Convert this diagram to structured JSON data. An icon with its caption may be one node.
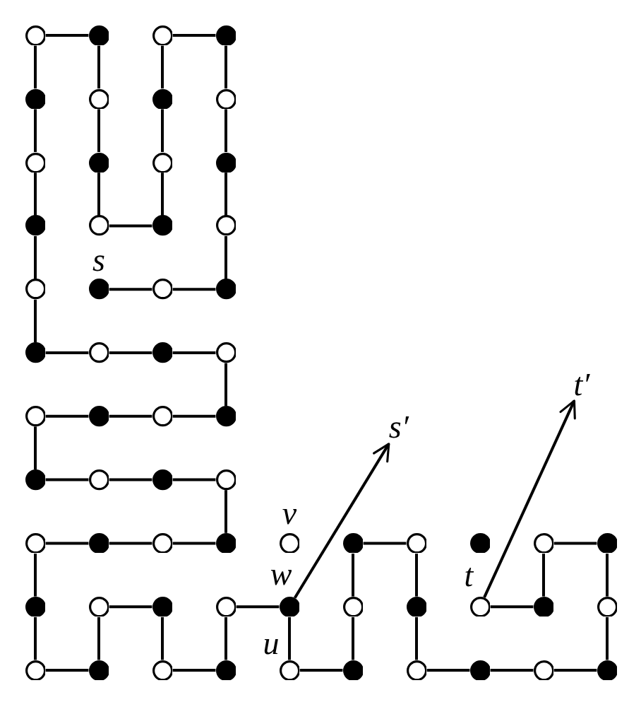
{
  "diagram": {
    "nodes": [
      {
        "text": [],
        "shape": "circle"
      },
      {
        "text": [],
        "shape": "dot"
      },
      {
        "text": [],
        "shape": "circle"
      },
      {
        "text": [],
        "shape": "dot"
      },
      {
        "text": [],
        "shape": "dot"
      },
      {
        "text": [],
        "shape": "circle"
      },
      {
        "text": [],
        "shape": "dot"
      },
      {
        "text": [],
        "shape": "circle"
      },
      {
        "text": [],
        "shape": "circle"
      },
      {
        "text": [],
        "shape": "dot"
      },
      {
        "text": [],
        "shape": "circle"
      },
      {
        "text": [],
        "shape": "dot"
      },
      {
        "text": [],
        "shape": "dot"
      },
      {
        "text": [],
        "shape": "circle"
      },
      {
        "text": [],
        "shape": "dot"
      },
      {
        "text": [],
        "shape": "circle"
      },
      {
        "text": [],
        "shape": "circle"
      },
      {
        "text": [],
        "shape": "dot",
        "beside": [
          "s"
        ]
      },
      {
        "text": [],
        "shape": "circle"
      },
      {
        "text": [],
        "shape": "dot"
      },
      {
        "text": [],
        "shape": "dot"
      },
      {
        "text": [],
        "shape": "circle"
      },
      {
        "text": [],
        "shape": "dot"
      },
      {
        "text": [],
        "shape": "circle"
      },
      {
        "text": [
          "t′"
        ]
      },
      {
        "text": [],
        "shape": "circle"
      },
      {
        "text": [],
        "shape": "dot"
      },
      {
        "text": [],
        "shape": "circle"
      },
      {
        "text": [],
        "shape": "dot"
      },
      {
        "text": [
          "s′"
        ]
      },
      {
        "text": [],
        "shape": "dot"
      },
      {
        "text": [],
        "shape": "circle"
      },
      {
        "text": [],
        "shape": "dot"
      },
      {
        "text": [],
        "shape": "circle"
      },
      {
        "text": [],
        "shape": "circle"
      },
      {
        "text": [],
        "shape": "dot"
      },
      {
        "text": [],
        "shape": "circle"
      },
      {
        "text": [],
        "shape": "dot"
      },
      {
        "text": [],
        "shape": "circle",
        "beside": [
          "v"
        ]
      },
      {
        "text": [],
        "shape": "dot"
      },
      {
        "text": [],
        "shape": "circle"
      },
      {
        "text": [],
        "shape": "dot"
      },
      {
        "text": [],
        "shape": "circle"
      },
      {
        "text": [],
        "shape": "dot"
      },
      {
        "text": [],
        "shape": "dot"
      },
      {
        "text": [],
        "shape": "circle"
      },
      {
        "text": [],
        "shape": "dot"
      },
      {
        "text": [],
        "shape": "circle"
      },
      {
        "text": [],
        "shape": "dot",
        "beside": [
          "w"
        ]
      },
      {
        "text": [],
        "shape": "circle"
      },
      {
        "text": [],
        "shape": "dot"
      },
      {
        "text": [],
        "shape": "circle",
        "beside": [
          "t"
        ]
      },
      {
        "text": [],
        "shape": "dot"
      },
      {
        "text": [],
        "shape": "circle"
      },
      {
        "text": [],
        "shape": "circle"
      },
      {
        "text": [],
        "shape": "dot"
      },
      {
        "text": [],
        "shape": "circle"
      },
      {
        "text": [],
        "shape": "dot"
      },
      {
        "text": [],
        "shape": "circle",
        "beside": [
          "u"
        ]
      },
      {
        "text": [],
        "shape": "dot"
      },
      {
        "text": [],
        "shape": "circle"
      },
      {
        "text": [],
        "shape": "dot"
      },
      {
        "text": [],
        "shape": "circle"
      },
      {
        "text": [],
        "shape": "dot"
      }
    ],
    "edges": [
      {
        "from": 17,
        "to": 18,
        "arrow": "none"
      },
      {
        "from": 18,
        "to": 19,
        "arrow": "none"
      },
      {
        "from": 19,
        "to": 15,
        "arrow": "none"
      },
      {
        "from": 15,
        "to": 11,
        "arrow": "none"
      },
      {
        "from": 11,
        "to": 7,
        "arrow": "none"
      },
      {
        "from": 7,
        "to": 3,
        "arrow": "none"
      },
      {
        "from": 3,
        "to": 2,
        "arrow": "none"
      },
      {
        "from": 2,
        "to": 6,
        "arrow": "none"
      },
      {
        "from": 6,
        "to": 10,
        "arrow": "none"
      },
      {
        "from": 10,
        "to": 14,
        "arrow": "none"
      },
      {
        "from": 14,
        "to": 13,
        "arrow": "none"
      },
      {
        "from": 13,
        "to": 9,
        "arrow": "none"
      },
      {
        "from": 9,
        "to": 5,
        "arrow": "none"
      },
      {
        "from": 5,
        "to": 1,
        "arrow": "none"
      },
      {
        "from": 1,
        "to": 0,
        "arrow": "none"
      },
      {
        "from": 0,
        "to": 4,
        "arrow": "none"
      },
      {
        "from": 4,
        "to": 8,
        "arrow": "none"
      },
      {
        "from": 8,
        "to": 12,
        "arrow": "none"
      },
      {
        "from": 12,
        "to": 16,
        "arrow": "none"
      },
      {
        "from": 16,
        "to": 20,
        "arrow": "none"
      },
      {
        "from": 20,
        "to": 21,
        "arrow": "none"
      },
      {
        "from": 21,
        "to": 22,
        "arrow": "none"
      },
      {
        "from": 22,
        "to": 23,
        "arrow": "none"
      },
      {
        "from": 23,
        "to": 28,
        "arrow": "none"
      },
      {
        "from": 28,
        "to": 27,
        "arrow": "none"
      },
      {
        "from": 27,
        "to": 26,
        "arrow": "none"
      },
      {
        "from": 26,
        "to": 25,
        "arrow": "none"
      },
      {
        "from": 25,
        "to": 30,
        "arrow": "none"
      },
      {
        "from": 30,
        "to": 31,
        "arrow": "none"
      },
      {
        "from": 31,
        "to": 32,
        "arrow": "none"
      },
      {
        "from": 32,
        "to": 33,
        "arrow": "none"
      },
      {
        "from": 33,
        "to": 37,
        "arrow": "none"
      },
      {
        "from": 37,
        "to": 36,
        "arrow": "none"
      },
      {
        "from": 36,
        "to": 35,
        "arrow": "none"
      },
      {
        "from": 35,
        "to": 34,
        "arrow": "none"
      },
      {
        "from": 34,
        "to": 44,
        "arrow": "none"
      },
      {
        "from": 44,
        "to": 54,
        "arrow": "none"
      },
      {
        "from": 54,
        "to": 55,
        "arrow": "none"
      },
      {
        "from": 55,
        "to": 45,
        "arrow": "none"
      },
      {
        "from": 45,
        "to": 46,
        "arrow": "none"
      },
      {
        "from": 46,
        "to": 56,
        "arrow": "none"
      },
      {
        "from": 56,
        "to": 57,
        "arrow": "none"
      },
      {
        "from": 57,
        "to": 47,
        "arrow": "none"
      },
      {
        "from": 47,
        "to": 48,
        "arrow": "none"
      },
      {
        "from": 48,
        "to": 58,
        "arrow": "none"
      },
      {
        "from": 58,
        "to": 59,
        "arrow": "none"
      },
      {
        "from": 59,
        "to": 49,
        "arrow": "none"
      },
      {
        "from": 49,
        "to": 39,
        "arrow": "none"
      },
      {
        "from": 39,
        "to": 40,
        "arrow": "none"
      },
      {
        "from": 40,
        "to": 50,
        "arrow": "none"
      },
      {
        "from": 50,
        "to": 60,
        "arrow": "none"
      },
      {
        "from": 60,
        "to": 61,
        "arrow": "none"
      },
      {
        "from": 61,
        "to": 62,
        "arrow": "none"
      },
      {
        "from": 62,
        "to": 63,
        "arrow": "none"
      },
      {
        "from": 63,
        "to": 53,
        "arrow": "none"
      },
      {
        "from": 53,
        "to": 43,
        "arrow": "none"
      },
      {
        "from": 43,
        "to": 42,
        "arrow": "none"
      },
      {
        "from": 42,
        "to": 52,
        "arrow": "none"
      },
      {
        "from": 52,
        "to": 51,
        "arrow": "none"
      },
      {
        "from": 48,
        "to": 29,
        "arrow": "to"
      },
      {
        "from": 51,
        "to": 24,
        "arrow": "to"
      }
    ]
  }
}
